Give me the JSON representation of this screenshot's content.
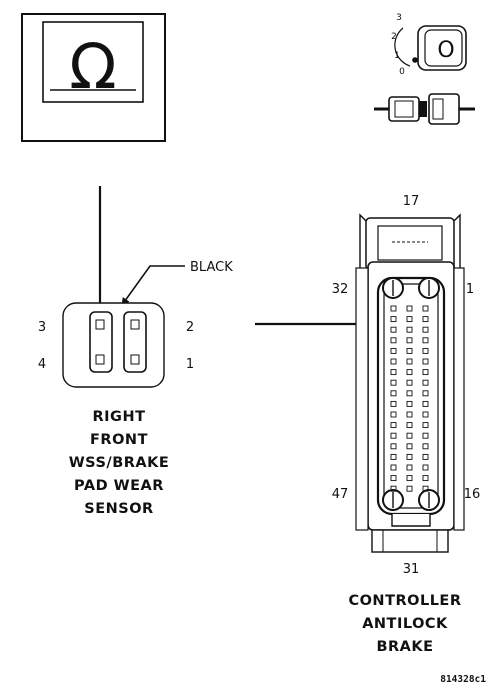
{
  "meter_symbol": "Ω",
  "key_switch": {
    "positions": [
      "3",
      "2",
      "1",
      "0"
    ],
    "key_letter": "O"
  },
  "sensor": {
    "wire_color_label": "BLACK",
    "pins": [
      "3",
      "2",
      "4",
      "1"
    ],
    "title_lines": [
      "RIGHT",
      "FRONT",
      "WSS/BRAKE",
      "PAD WEAR",
      "SENSOR"
    ]
  },
  "controller": {
    "pins": [
      "17",
      "32",
      "1",
      "47",
      "16",
      "31"
    ],
    "title_lines": [
      "CONTROLLER",
      "ANTILOCK",
      "BRAKE"
    ]
  },
  "figure_id": "814328c1",
  "colors": {
    "line": "#111111",
    "background": "#ffffff"
  }
}
